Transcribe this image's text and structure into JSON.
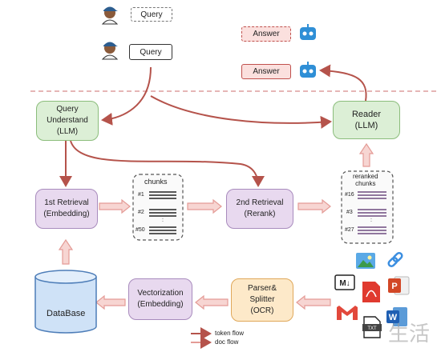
{
  "query_tags": [
    "Query",
    "Query"
  ],
  "answer_tags": [
    "Answer",
    "Answer"
  ],
  "nodes": {
    "query_understand": "Query\nUnderstand\n(LLM)",
    "reader": "Reader\n(LLM)",
    "first_retrieval": "1st Retrieval\n(Embedding)",
    "second_retrieval": "2nd Retrieval\n(Rerank)",
    "database": "DataBase",
    "vectorization": "Vectorization\n(Embedding)",
    "parser": "Parser&\nSplitter\n(OCR)"
  },
  "chunks": {
    "title": "chunks",
    "labels": [
      "#1",
      "#2",
      ":",
      "#50"
    ]
  },
  "reranked": {
    "title": "reranked\nchunks",
    "labels": [
      "#16",
      "#3",
      ":",
      "#27"
    ]
  },
  "legend": {
    "token_flow": "token flow",
    "doc_flow": "doc flow"
  },
  "doc_icons": [
    "image-icon",
    "link-icon",
    "markdown-icon",
    "pdf-icon",
    "powerpoint-icon",
    "gmail-icon",
    "word-icon",
    "txt-icon"
  ],
  "doc_icon_text": {
    "markdown": "M↓",
    "txt": "TXT"
  },
  "watermark": "生活",
  "colors": {
    "token_arrow": "#b5534b",
    "doc_arrow": "#e49b96",
    "dashed_line": "#d88a8a"
  }
}
